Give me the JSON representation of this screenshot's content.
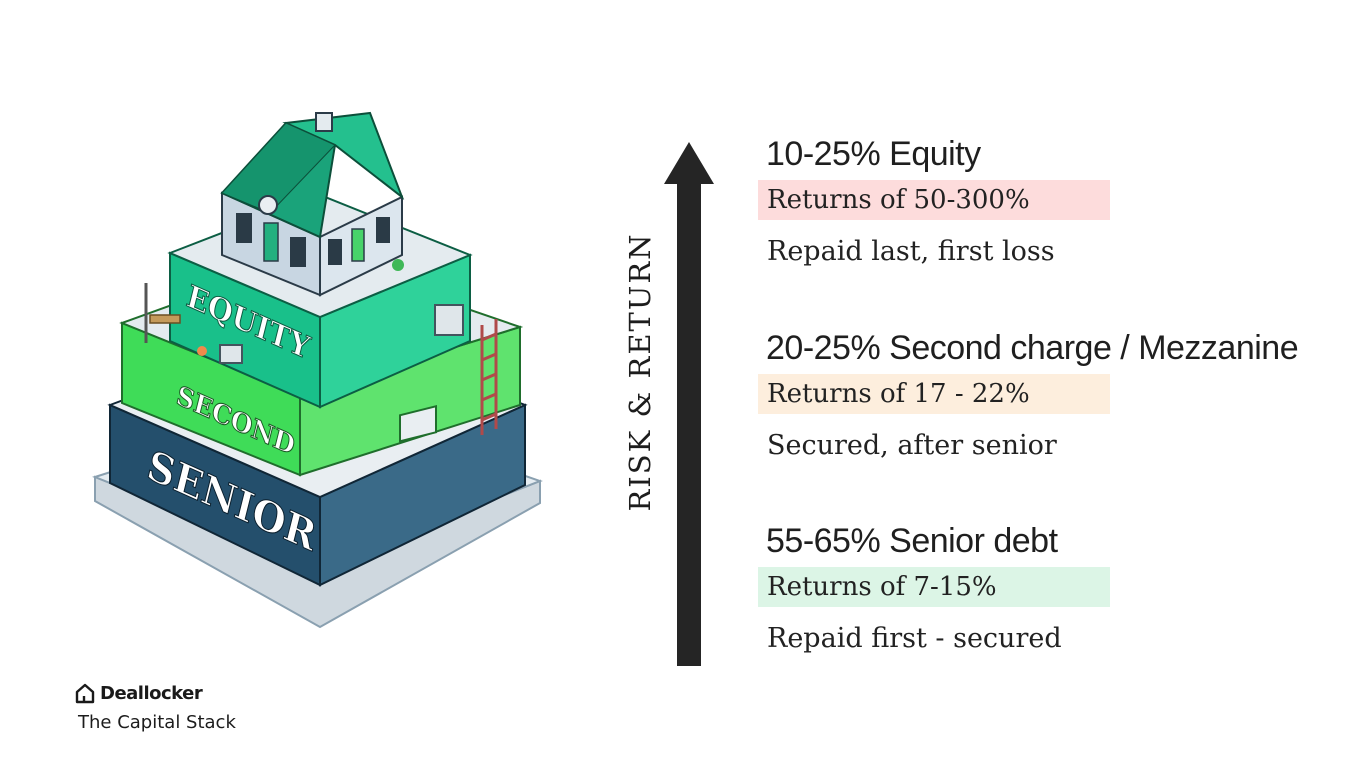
{
  "illustration": {
    "layers": [
      {
        "label": "EQUITY",
        "color": "#19c08a"
      },
      {
        "label": "SECOND",
        "color": "#3fdc58"
      },
      {
        "label": "SENIOR",
        "color": "#244f6c"
      }
    ]
  },
  "axis": {
    "label": "RISK & RETURN",
    "color": "#252525"
  },
  "tiers": [
    {
      "title": "10-25% Equity",
      "returns": "Returns of 50-300%",
      "note": "Repaid last, first loss",
      "highlight": "#fddcdc"
    },
    {
      "title": "20-25% Second charge / Mezzanine",
      "returns": "Returns of 17 - 22%",
      "note": "Secured, after senior",
      "highlight": "#fdeedd"
    },
    {
      "title": "55-65% Senior debt",
      "returns": "Returns of 7-15%",
      "note": "Repaid first - secured",
      "highlight": "#dcf5e6"
    }
  ],
  "brand": {
    "name": "Deallocker",
    "icon": "house-icon"
  },
  "caption": "The Capital Stack"
}
